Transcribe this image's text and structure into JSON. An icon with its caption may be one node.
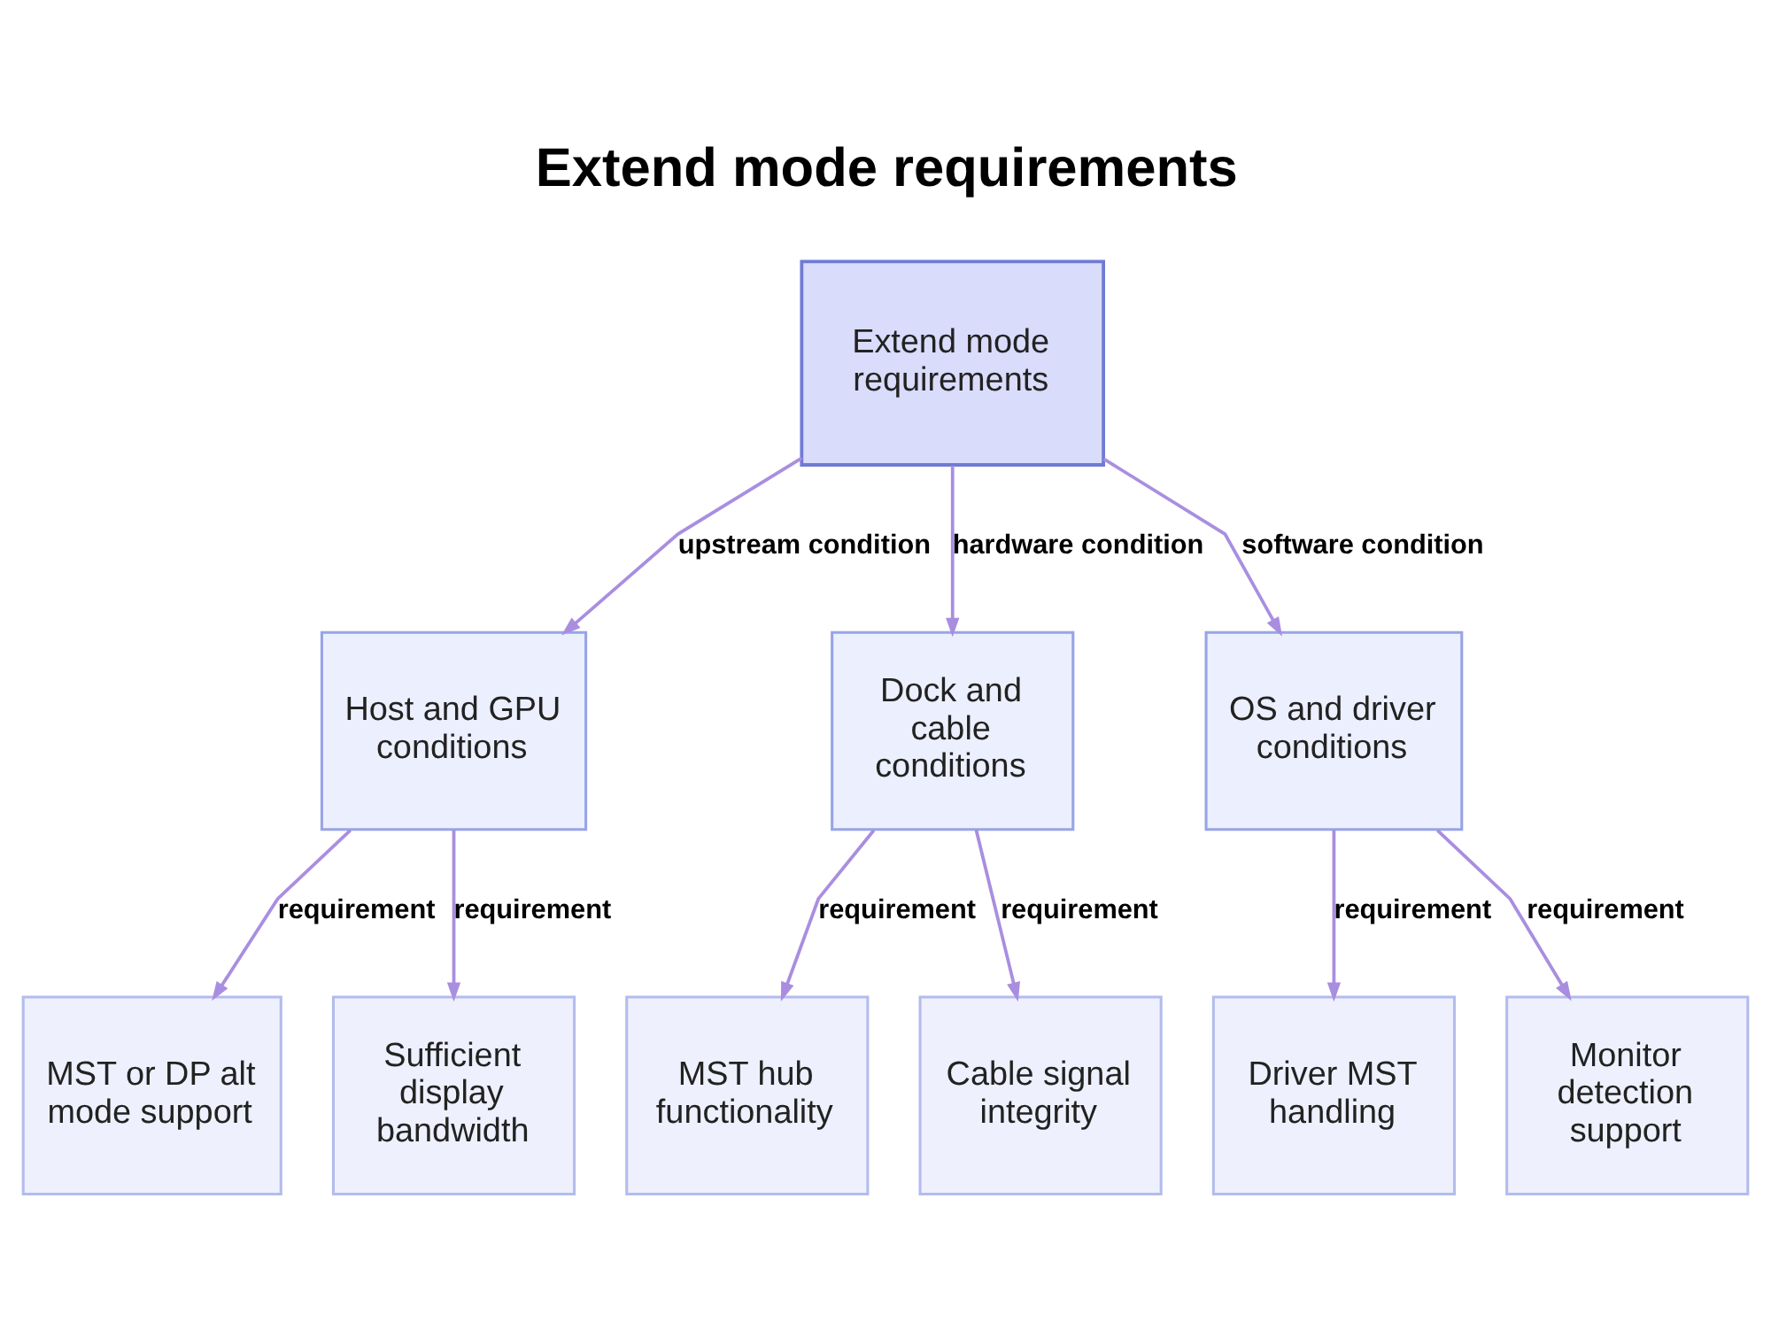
{
  "diagram": {
    "title": "Extend mode requirements",
    "nodes": [
      {
        "text": [
          "Extend mode requirements"
        ]
      },
      {
        "text": [
          "Host and GPU conditions"
        ]
      },
      {
        "text": [
          "Dock and cable conditions"
        ]
      },
      {
        "text": [
          "OS and driver conditions"
        ]
      },
      {
        "text": [
          "MST or DP alt mode support"
        ]
      },
      {
        "text": [
          "Sufficient display bandwidth"
        ]
      },
      {
        "text": [
          "MST hub functionality"
        ]
      },
      {
        "text": [
          "Cable signal integrity"
        ]
      },
      {
        "text": [
          "Driver MST handling"
        ]
      },
      {
        "text": [
          "Monitor detection support"
        ]
      }
    ],
    "edges": [
      {
        "from": 0,
        "to": 1,
        "arrow": "to",
        "label": "upstream condition"
      },
      {
        "from": 0,
        "to": 2,
        "arrow": "to",
        "label": "hardware condition"
      },
      {
        "from": 0,
        "to": 3,
        "arrow": "to",
        "label": "software condition"
      },
      {
        "from": 1,
        "to": 4,
        "arrow": "to",
        "label": "requirement"
      },
      {
        "from": 1,
        "to": 5,
        "arrow": "to",
        "label": "requirement"
      },
      {
        "from": 2,
        "to": 6,
        "arrow": "to",
        "label": "requirement"
      },
      {
        "from": 2,
        "to": 7,
        "arrow": "to",
        "label": "requirement"
      },
      {
        "from": 3,
        "to": 8,
        "arrow": "to",
        "label": "requirement"
      },
      {
        "from": 3,
        "to": 9,
        "arrow": "to",
        "label": "requirement"
      }
    ]
  }
}
